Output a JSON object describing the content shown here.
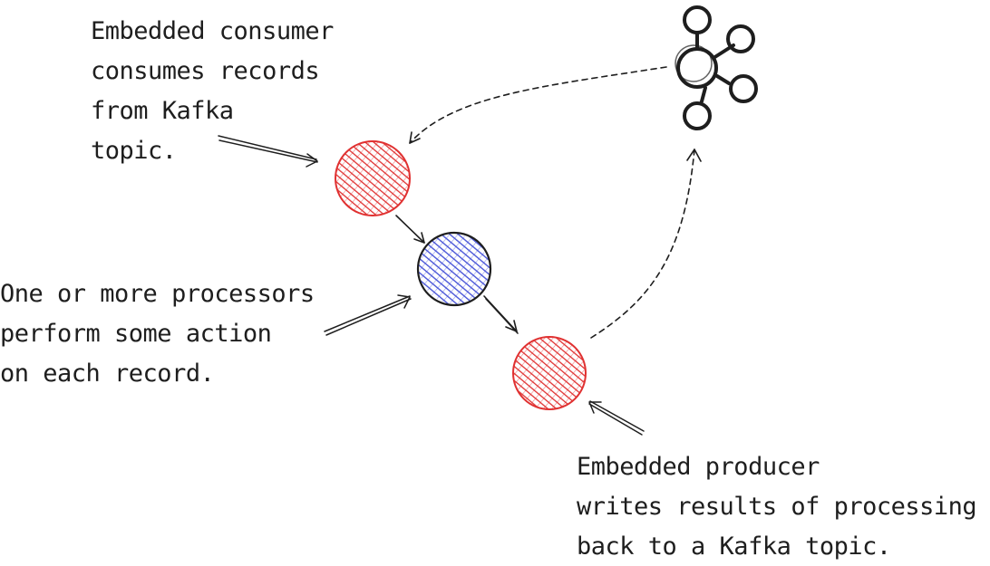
{
  "annotations": {
    "consumer": {
      "lines": [
        "Embedded consumer",
        "consumes records",
        "from Kafka",
        "topic."
      ]
    },
    "processor": {
      "lines": [
        "One or more processors",
        "perform some action",
        "on each record."
      ]
    },
    "producer": {
      "lines": [
        "Embedded producer",
        "writes results of processing",
        "back to a Kafka topic."
      ]
    }
  },
  "colors": {
    "ink": "#1e1e1e",
    "consumer_fill": "#e03131",
    "processor_fill": "#4a56d8",
    "producer_fill": "#e03131"
  },
  "icons": {
    "kafka": "kafka-logo-icon"
  }
}
